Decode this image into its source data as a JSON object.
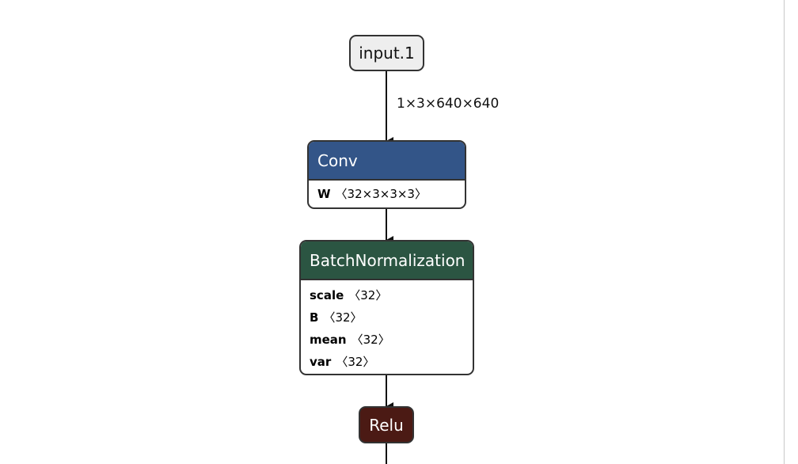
{
  "graph": {
    "input": {
      "label": "input.1"
    },
    "input_edge_label": "1×3×640×640",
    "conv": {
      "op": "Conv",
      "color": "#335588",
      "attrs": [
        {
          "name": "W",
          "shape": "〈32×3×3×3〉"
        }
      ]
    },
    "batchnorm": {
      "op": "BatchNormalization",
      "color": "#2b5542",
      "attrs": [
        {
          "name": "scale",
          "shape": "〈32〉"
        },
        {
          "name": "B",
          "shape": "〈32〉"
        },
        {
          "name": "mean",
          "shape": "〈32〉"
        },
        {
          "name": "var",
          "shape": "〈32〉"
        }
      ]
    },
    "relu": {
      "op": "Relu",
      "color": "#4b1a14"
    }
  }
}
